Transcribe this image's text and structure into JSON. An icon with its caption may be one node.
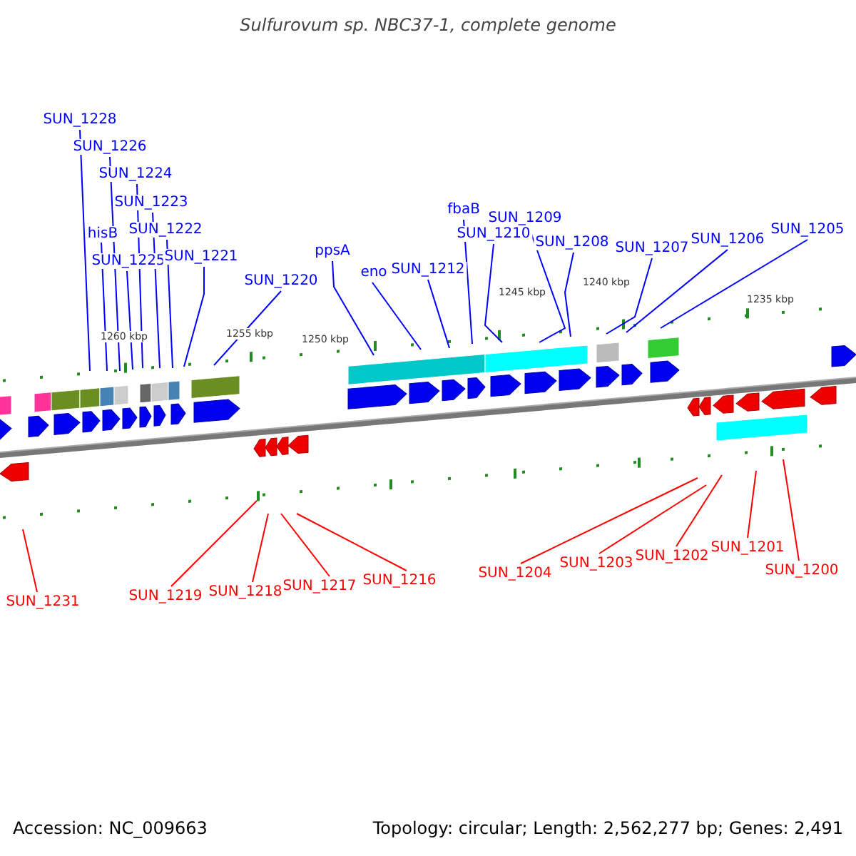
{
  "diagram": {
    "title": "Sulfurovum sp. NBC37-1, complete genome",
    "nodes": [
      {
        "text": [
          "SUN_1228"
        ]
      },
      {
        "text": [
          "SUN_1226"
        ]
      },
      {
        "text": [
          "SUN_1224"
        ]
      },
      {
        "text": [
          "SUN_1223"
        ]
      },
      {
        "text": [
          "hisB"
        ]
      },
      {
        "text": [
          "SUN_1222"
        ]
      },
      {
        "text": [
          "SUN_1225"
        ]
      },
      {
        "text": [
          "SUN_1221"
        ]
      },
      {
        "text": [
          "SUN_1220"
        ]
      },
      {
        "text": [
          "ppsA"
        ]
      },
      {
        "text": [
          "eno"
        ]
      },
      {
        "text": [
          "SUN_1212"
        ]
      },
      {
        "text": [
          "fbaB"
        ]
      },
      {
        "text": [
          "SUN_1210"
        ]
      },
      {
        "text": [
          "SUN_1209"
        ]
      },
      {
        "text": [
          "SUN_1208"
        ]
      },
      {
        "text": [
          "SUN_1207"
        ]
      },
      {
        "text": [
          "SUN_1206"
        ]
      },
      {
        "text": [
          "SUN_1205"
        ]
      },
      {
        "text": [
          "SUN_1231"
        ]
      },
      {
        "text": [
          "SUN_1219"
        ]
      },
      {
        "text": [
          "SUN_1218"
        ]
      },
      {
        "text": [
          "SUN_1217"
        ]
      },
      {
        "text": [
          "SUN_1216"
        ]
      },
      {
        "text": [
          "SUN_1204"
        ]
      },
      {
        "text": [
          "SUN_1203"
        ]
      },
      {
        "text": [
          "SUN_1202"
        ]
      },
      {
        "text": [
          "SUN_1201"
        ]
      },
      {
        "text": [
          "SUN_1200"
        ]
      }
    ],
    "edges": [
      {
        "from": 0,
        "to": null,
        "arrow": "none"
      },
      {
        "from": 1,
        "to": null,
        "arrow": "none"
      },
      {
        "from": 2,
        "to": null,
        "arrow": "none"
      },
      {
        "from": 3,
        "to": null,
        "arrow": "none"
      },
      {
        "from": 4,
        "to": null,
        "arrow": "none"
      },
      {
        "from": 5,
        "to": null,
        "arrow": "none"
      },
      {
        "from": 6,
        "to": null,
        "arrow": "none"
      },
      {
        "from": 7,
        "to": null,
        "arrow": "none"
      },
      {
        "from": 8,
        "to": null,
        "arrow": "none"
      },
      {
        "from": 9,
        "to": null,
        "arrow": "none"
      },
      {
        "from": 10,
        "to": null,
        "arrow": "none"
      },
      {
        "from": 11,
        "to": null,
        "arrow": "none"
      },
      {
        "from": 12,
        "to": null,
        "arrow": "none"
      },
      {
        "from": 13,
        "to": null,
        "arrow": "none"
      },
      {
        "from": 14,
        "to": null,
        "arrow": "none"
      },
      {
        "from": 15,
        "to": null,
        "arrow": "none"
      },
      {
        "from": 16,
        "to": null,
        "arrow": "none"
      },
      {
        "from": 17,
        "to": null,
        "arrow": "none"
      },
      {
        "from": 18,
        "to": null,
        "arrow": "none"
      },
      {
        "from": 19,
        "to": null,
        "arrow": "none",
        "color": "#ff0000"
      },
      {
        "from": 20,
        "to": null,
        "arrow": "none",
        "color": "#ff0000"
      },
      {
        "from": 21,
        "to": null,
        "arrow": "none",
        "color": "#ff0000"
      },
      {
        "from": 22,
        "to": null,
        "arrow": "none",
        "color": "#ff0000"
      },
      {
        "from": 23,
        "to": null,
        "arrow": "none",
        "color": "#ff0000"
      },
      {
        "from": 24,
        "to": null,
        "arrow": "none",
        "color": "#ff0000"
      },
      {
        "from": 25,
        "to": null,
        "arrow": "none",
        "color": "#ff0000"
      },
      {
        "from": 26,
        "to": null,
        "arrow": "none",
        "color": "#ff0000"
      },
      {
        "from": 27,
        "to": null,
        "arrow": "none",
        "color": "#ff0000"
      },
      {
        "from": 28,
        "to": null,
        "arrow": "none",
        "color": "#ff0000"
      }
    ],
    "labels": [
      "1260 kbp",
      "1255 kbp",
      "1250 kbp",
      "1245 kbp",
      "1240 kbp",
      "1235 kbp",
      "Accession: NC_009663",
      "Topology: circular; Length: 2,562,277 bp; Genes: 2,491"
    ]
  }
}
